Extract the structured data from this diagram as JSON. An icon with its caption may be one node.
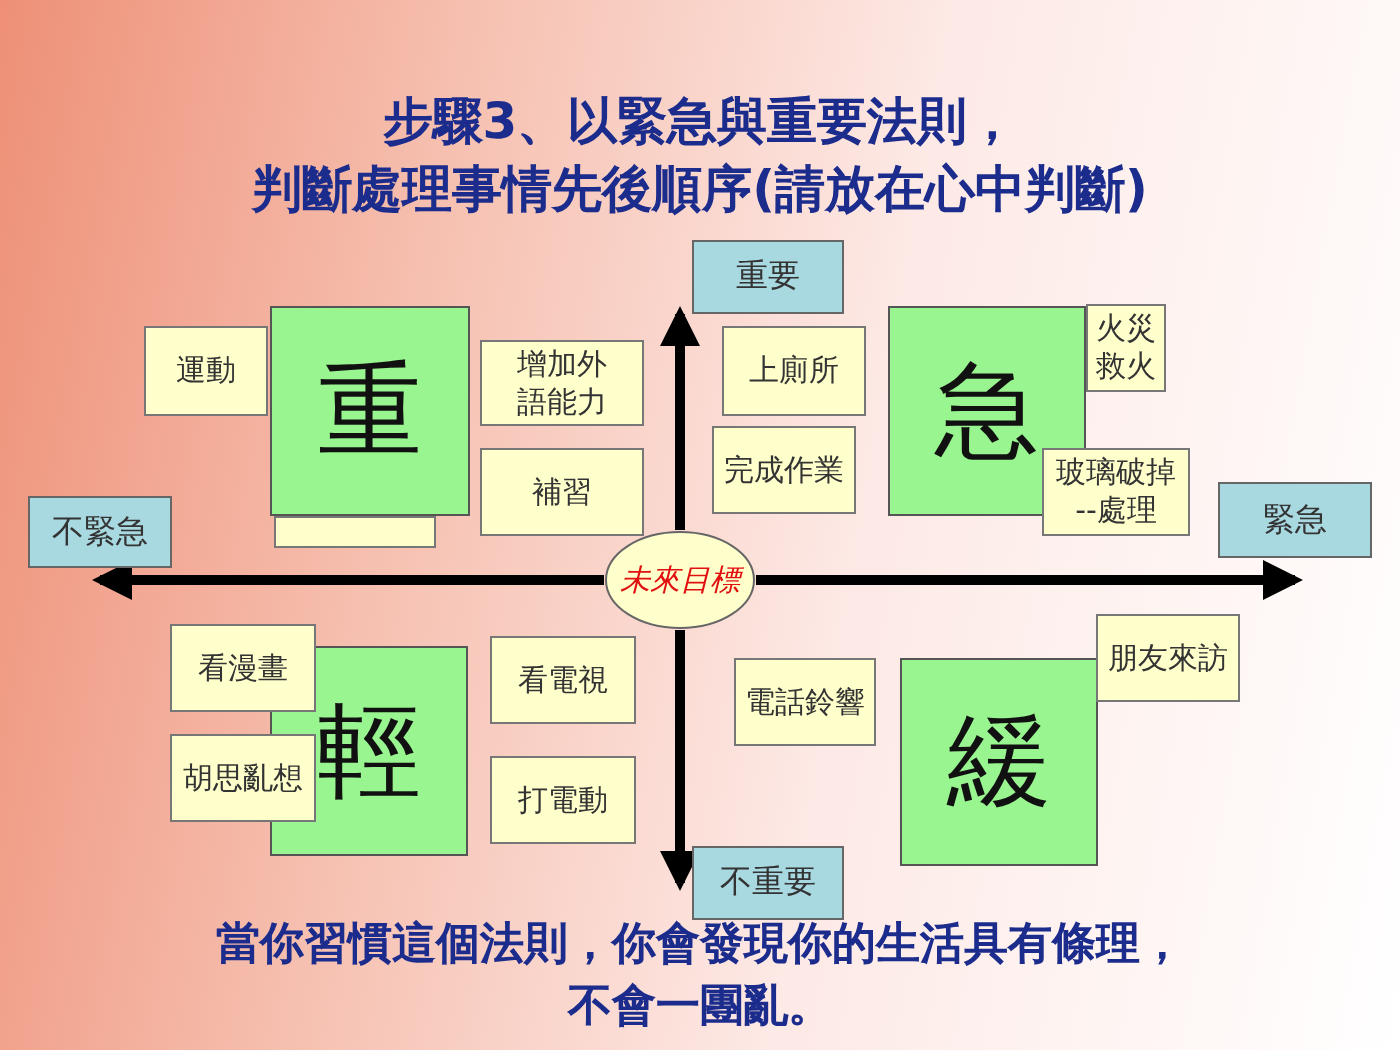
{
  "diagram": {
    "title": "步驟3、以緊急與重要法則，判斷處理事情先後順序(請放在心中判斷)",
    "caption": "當你習慣這個法則，你會發現你的生活具有條理，不會一團亂。",
    "nodes": [
      {
        "text": [
          "重要"
        ]
      },
      {
        "text": [
          "不緊急"
        ]
      },
      {
        "text": [
          "緊急"
        ]
      },
      {
        "text": [
          "不重要"
        ]
      },
      {
        "text": [
          "未來目標"
        ]
      },
      {
        "text": [
          "運動"
        ]
      },
      {
        "text": [],
        "shape": "box"
      },
      {
        "text": [
          "重"
        ]
      },
      {
        "text": [
          "增加外語能力"
        ]
      },
      {
        "text": [
          "補習"
        ]
      },
      {
        "text": [
          "上廁所"
        ]
      },
      {
        "text": [
          "完成作業"
        ]
      },
      {
        "text": [
          "急"
        ]
      },
      {
        "text": [
          "火災救火"
        ]
      },
      {
        "text": [
          "玻璃破掉 --處理"
        ]
      },
      {
        "text": [
          "看漫畫"
        ]
      },
      {
        "text": [
          "胡思亂想"
        ]
      },
      {
        "text": [
          "輕"
        ]
      },
      {
        "text": [
          "看電視"
        ]
      },
      {
        "text": [
          "打電動"
        ]
      },
      {
        "text": [
          "電話鈴響"
        ]
      },
      {
        "text": [
          "緩"
        ]
      },
      {
        "text": [
          "朋友來訪"
        ]
      }
    ],
    "edges": [
      {
        "from": 4,
        "to": 0,
        "arrow": "to"
      },
      {
        "from": 4,
        "to": 1,
        "arrow": "to"
      },
      {
        "from": 4,
        "to": 2,
        "arrow": "to"
      },
      {
        "from": 4,
        "to": 3,
        "arrow": "to"
      }
    ]
  }
}
